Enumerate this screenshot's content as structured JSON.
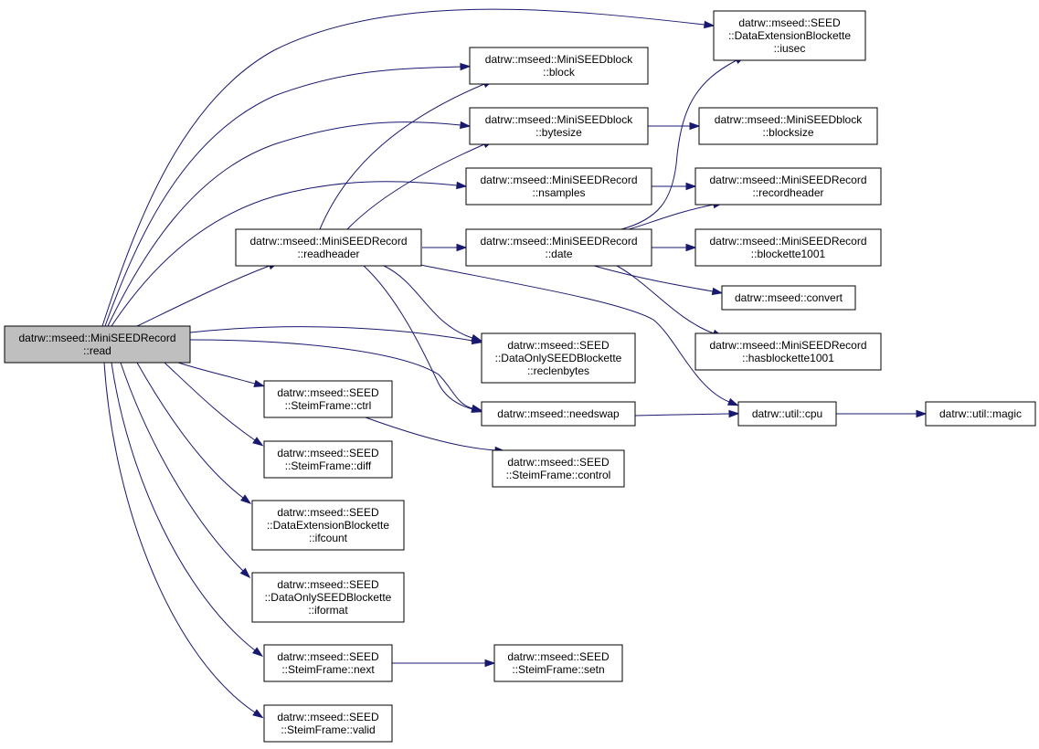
{
  "colors": {
    "edge": "#191970",
    "node_fill": "#ffffff",
    "root_fill": "#bfbfbf",
    "node_border": "#000000"
  },
  "nodes": [
    {
      "id": "read",
      "root": true,
      "lines": [
        "datrw::mseed::MiniSEEDRecord",
        "::read"
      ]
    },
    {
      "id": "readheader",
      "lines": [
        "datrw::mseed::MiniSEEDRecord",
        "::readheader"
      ]
    },
    {
      "id": "ctrl",
      "lines": [
        "datrw::mseed::SEED",
        "::SteimFrame::ctrl"
      ]
    },
    {
      "id": "diff",
      "lines": [
        "datrw::mseed::SEED",
        "::SteimFrame::diff"
      ]
    },
    {
      "id": "ifcount",
      "lines": [
        "datrw::mseed::SEED",
        "::DataExtensionBlockette",
        "::ifcount"
      ]
    },
    {
      "id": "iformat",
      "lines": [
        "datrw::mseed::SEED",
        "::DataOnlySEEDBlockette",
        "::iformat"
      ]
    },
    {
      "id": "next",
      "lines": [
        "datrw::mseed::SEED",
        "::SteimFrame::next"
      ]
    },
    {
      "id": "valid",
      "lines": [
        "datrw::mseed::SEED",
        "::SteimFrame::valid"
      ]
    },
    {
      "id": "block",
      "lines": [
        "datrw::mseed::MiniSEEDblock",
        "::block"
      ]
    },
    {
      "id": "bytesize",
      "lines": [
        "datrw::mseed::MiniSEEDblock",
        "::bytesize"
      ]
    },
    {
      "id": "nsamples",
      "lines": [
        "datrw::mseed::MiniSEEDRecord",
        "::nsamples"
      ]
    },
    {
      "id": "date",
      "lines": [
        "datrw::mseed::MiniSEEDRecord",
        "::date"
      ]
    },
    {
      "id": "reclenbytes",
      "lines": [
        "datrw::mseed::SEED",
        "::DataOnlySEEDBlockette",
        "::reclenbytes"
      ]
    },
    {
      "id": "needswap",
      "lines": [
        "datrw::mseed::needswap"
      ]
    },
    {
      "id": "control",
      "lines": [
        "datrw::mseed::SEED",
        "::SteimFrame::control"
      ]
    },
    {
      "id": "setn",
      "lines": [
        "datrw::mseed::SEED",
        "::SteimFrame::setn"
      ]
    },
    {
      "id": "iusec",
      "lines": [
        "datrw::mseed::SEED",
        "::DataExtensionBlockette",
        "::iusec"
      ]
    },
    {
      "id": "blocksize",
      "lines": [
        "datrw::mseed::MiniSEEDblock",
        "::blocksize"
      ]
    },
    {
      "id": "recordheader",
      "lines": [
        "datrw::mseed::MiniSEEDRecord",
        "::recordheader"
      ]
    },
    {
      "id": "blockette1001",
      "lines": [
        "datrw::mseed::MiniSEEDRecord",
        "::blockette1001"
      ]
    },
    {
      "id": "convert",
      "lines": [
        "datrw::mseed::convert"
      ]
    },
    {
      "id": "hasblockette1001",
      "lines": [
        "datrw::mseed::MiniSEEDRecord",
        "::hasblockette1001"
      ]
    },
    {
      "id": "cpu",
      "lines": [
        "datrw::util::cpu"
      ]
    },
    {
      "id": "magic",
      "lines": [
        "datrw::util::magic"
      ]
    }
  ],
  "edges": [
    {
      "from": "read",
      "to": "iusec"
    },
    {
      "from": "read",
      "to": "block"
    },
    {
      "from": "read",
      "to": "bytesize"
    },
    {
      "from": "read",
      "to": "nsamples"
    },
    {
      "from": "read",
      "to": "readheader"
    },
    {
      "from": "read",
      "to": "reclenbytes"
    },
    {
      "from": "read",
      "to": "needswap"
    },
    {
      "from": "read",
      "to": "ctrl"
    },
    {
      "from": "read",
      "to": "diff"
    },
    {
      "from": "read",
      "to": "ifcount"
    },
    {
      "from": "read",
      "to": "iformat"
    },
    {
      "from": "read",
      "to": "next"
    },
    {
      "from": "read",
      "to": "valid"
    },
    {
      "from": "readheader",
      "to": "block"
    },
    {
      "from": "readheader",
      "to": "bytesize"
    },
    {
      "from": "readheader",
      "to": "date"
    },
    {
      "from": "readheader",
      "to": "reclenbytes"
    },
    {
      "from": "readheader",
      "to": "needswap"
    },
    {
      "from": "readheader",
      "to": "cpu"
    },
    {
      "from": "bytesize",
      "to": "blocksize"
    },
    {
      "from": "nsamples",
      "to": "recordheader"
    },
    {
      "from": "date",
      "to": "iusec"
    },
    {
      "from": "date",
      "to": "recordheader"
    },
    {
      "from": "date",
      "to": "blockette1001"
    },
    {
      "from": "date",
      "to": "convert"
    },
    {
      "from": "date",
      "to": "hasblockette1001"
    },
    {
      "from": "needswap",
      "to": "cpu"
    },
    {
      "from": "cpu",
      "to": "magic"
    },
    {
      "from": "ctrl",
      "to": "control"
    },
    {
      "from": "next",
      "to": "setn"
    }
  ]
}
